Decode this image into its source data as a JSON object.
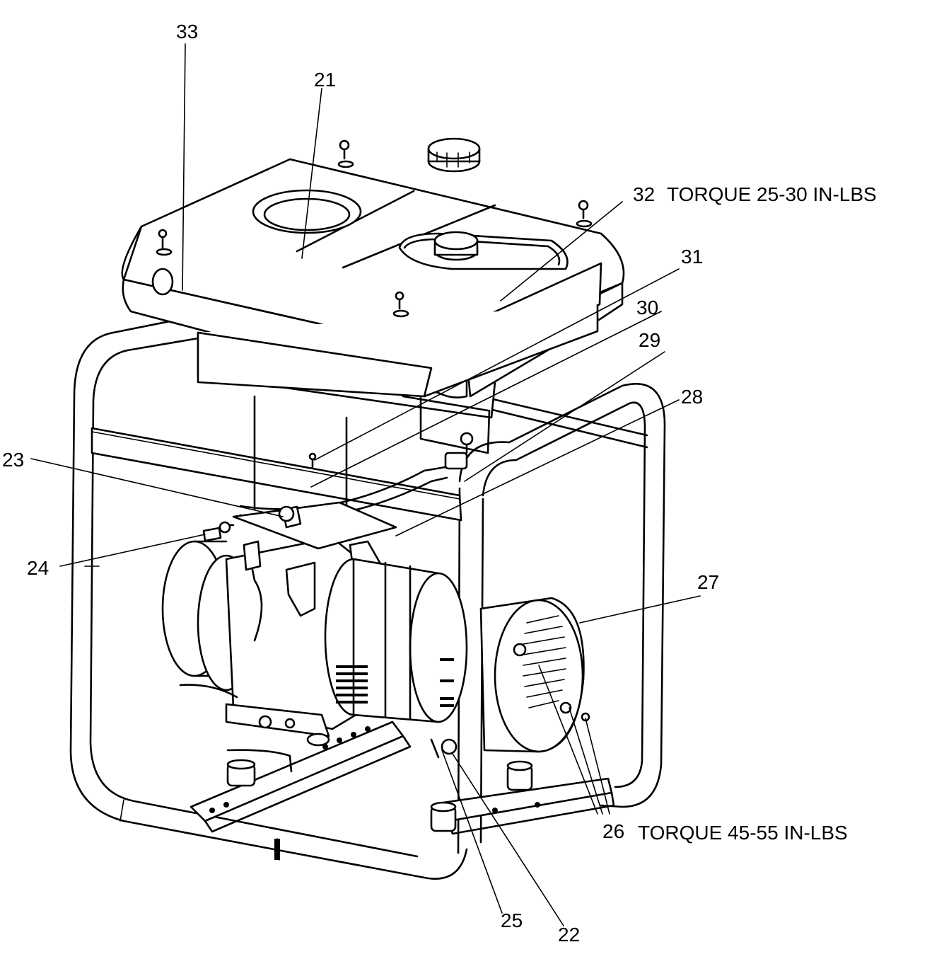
{
  "callouts": {
    "c33": "33",
    "c21": "21",
    "c32": "32",
    "c32_note": "TORQUE 25-30 IN-LBS",
    "c31": "31",
    "c30": "30",
    "c29": "29",
    "c28": "28",
    "c23": "23",
    "c24": "24",
    "c27": "27",
    "c26": "26",
    "c26_note": "TORQUE 45-55 IN-LBS",
    "c25": "25",
    "c22": "22"
  }
}
